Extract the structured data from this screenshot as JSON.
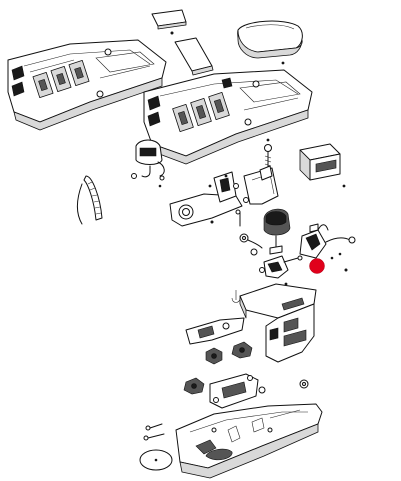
{
  "diagram": {
    "highlight_color": "#e0001b",
    "line_color": "#111111",
    "parts": [
      {
        "id": "top-cover-cap",
        "icon": "cap-part"
      },
      {
        "id": "small-lid-plate",
        "icon": "plate-part"
      },
      {
        "id": "rounded-cushion",
        "icon": "cushion-part"
      },
      {
        "id": "upper-housing-left",
        "icon": "housing-part"
      },
      {
        "id": "upper-housing-right",
        "icon": "housing-part"
      },
      {
        "id": "sensor-with-cable",
        "icon": "sensor-part"
      },
      {
        "id": "spring-bolt",
        "icon": "bolt-part"
      },
      {
        "id": "connector-box",
        "icon": "box-part"
      },
      {
        "id": "flexible-strap",
        "icon": "strap-part"
      },
      {
        "id": "hinge-bracket-assembly",
        "icon": "bracket-part"
      },
      {
        "id": "control-knob",
        "icon": "knob-part"
      },
      {
        "id": "cable-harness",
        "icon": "cable-part"
      },
      {
        "id": "linkage-clip",
        "icon": "clip-part"
      },
      {
        "id": "mounting-plate",
        "icon": "plate-part"
      },
      {
        "id": "hex-nuts",
        "icon": "nut-part"
      },
      {
        "id": "gasket-plate",
        "icon": "gasket-part"
      },
      {
        "id": "base-housing",
        "icon": "housing-part"
      },
      {
        "id": "round-disc",
        "icon": "disc-part"
      }
    ],
    "highlighted_part": "linkage-clip"
  }
}
